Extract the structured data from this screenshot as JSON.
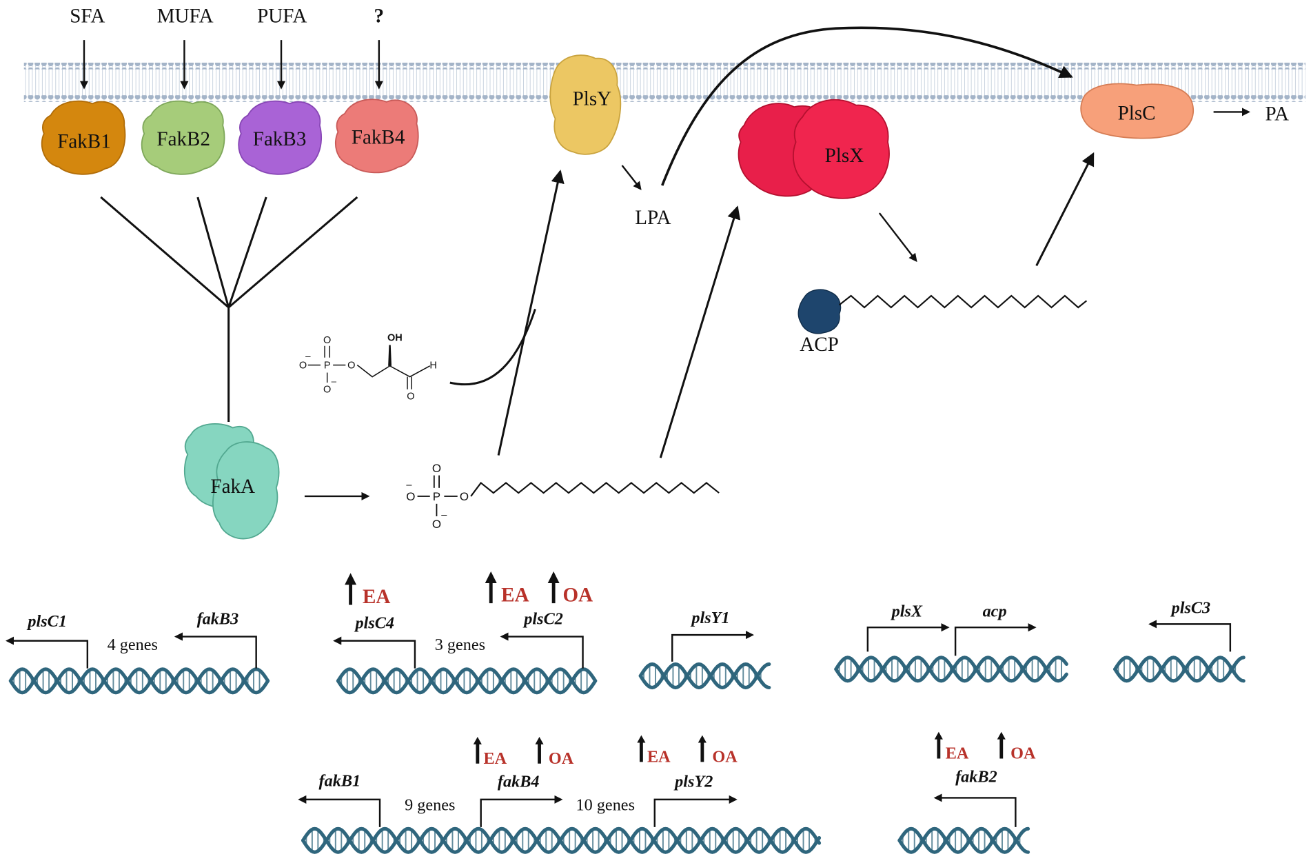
{
  "fatty_acids": {
    "sfa": "SFA",
    "mufa": "MUFA",
    "pufa": "PUFA",
    "unknown": "?"
  },
  "proteins": {
    "fakb1": {
      "label": "FakB1",
      "color": "#d4870e"
    },
    "fakb2": {
      "label": "FakB2",
      "color": "#a6cc7a"
    },
    "fakb3": {
      "label": "FakB3",
      "color": "#a963d6"
    },
    "fakb4": {
      "label": "FakB4",
      "color": "#ec7b78"
    },
    "faka": {
      "label": "FakA",
      "color": "#86d6c0"
    },
    "plsy": {
      "label": "PlsY",
      "color": "#ecc763"
    },
    "plsx": {
      "label": "PlsX",
      "color": "#f0254e"
    },
    "plsc": {
      "label": "PlsC",
      "color": "#f7a07a"
    },
    "acp": {
      "label": "ACP",
      "color": "#1e456d"
    }
  },
  "metabolites": {
    "lpa": "LPA",
    "pa": "PA"
  },
  "chemistry": {
    "minus": "–",
    "p": "P",
    "o": "O",
    "oh": "OH",
    "h": "H"
  },
  "genes": {
    "plsc1": "plsC1",
    "fakb3": "fakB3",
    "four_genes": "4 genes",
    "plsc4": "plsC4",
    "plsc2": "plsC2",
    "three_genes": "3 genes",
    "plsy1": "plsY1",
    "plsx": "plsX",
    "acp": "acp",
    "plsc3": "plsC3",
    "fakb1": "fakB1",
    "fakb4": "fakB4",
    "nine_genes": "9 genes",
    "ten_genes": "10 genes",
    "plsy2": "plsY2",
    "fakb2": "fakB2"
  },
  "regulation": {
    "ea": "EA",
    "oa": "OA"
  },
  "colors": {
    "membrane": "#9fb0c6",
    "dna": "#2f667d",
    "regulation": "#b8322a"
  }
}
